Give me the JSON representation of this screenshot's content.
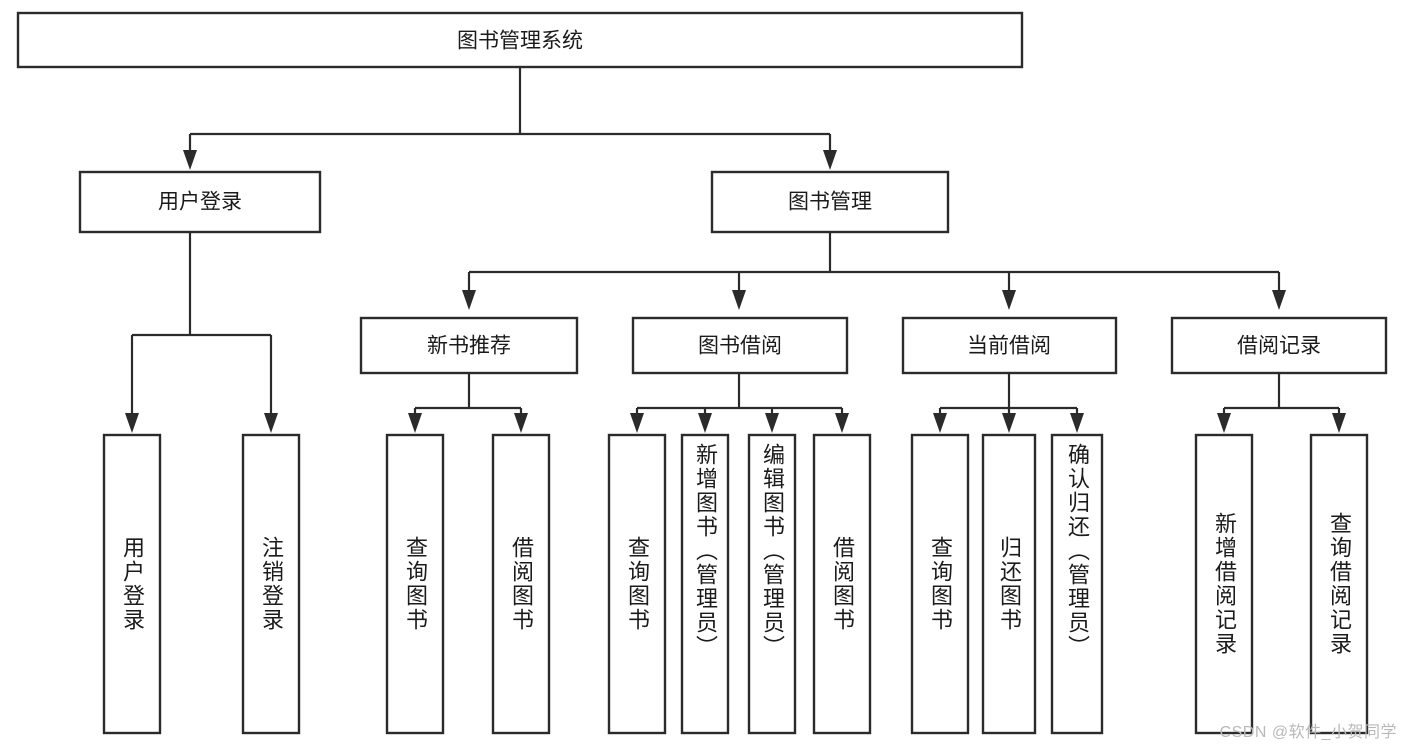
{
  "diagram": {
    "type": "tree-hierarchy-chart",
    "title": "图书管理系统",
    "watermark": "CSDN @软件_小贺同学",
    "colors": {
      "stroke": "#2b2b2b",
      "fill": "#ffffff",
      "text": "#1b1b1b",
      "watermark": "#b9b9b9",
      "background": "#ffffff"
    },
    "levels": {
      "root": {
        "label": "图书管理系统"
      },
      "level2": [
        {
          "label": "用户登录"
        },
        {
          "label": "图书管理"
        }
      ],
      "level3": [
        {
          "label": "新书推荐"
        },
        {
          "label": "图书借阅"
        },
        {
          "label": "当前借阅"
        },
        {
          "label": "借阅记录"
        }
      ]
    },
    "leaves": {
      "user_login": [
        {
          "label": "用户登录"
        },
        {
          "label": "注销登录"
        }
      ],
      "new_book_recommend": [
        {
          "label": "查询图书"
        },
        {
          "label": "借阅图书"
        }
      ],
      "book_borrow": [
        {
          "label": "查询图书"
        },
        {
          "label": "新增图书（管理员）"
        },
        {
          "label": "编辑图书（管理员）"
        },
        {
          "label": "借阅图书"
        }
      ],
      "current_borrow": [
        {
          "label": "查询图书"
        },
        {
          "label": "归还图书"
        },
        {
          "label": "确认归还（管理员）"
        }
      ],
      "borrow_record": [
        {
          "label": "新增借阅记录"
        },
        {
          "label": "查询借阅记录"
        }
      ]
    }
  }
}
